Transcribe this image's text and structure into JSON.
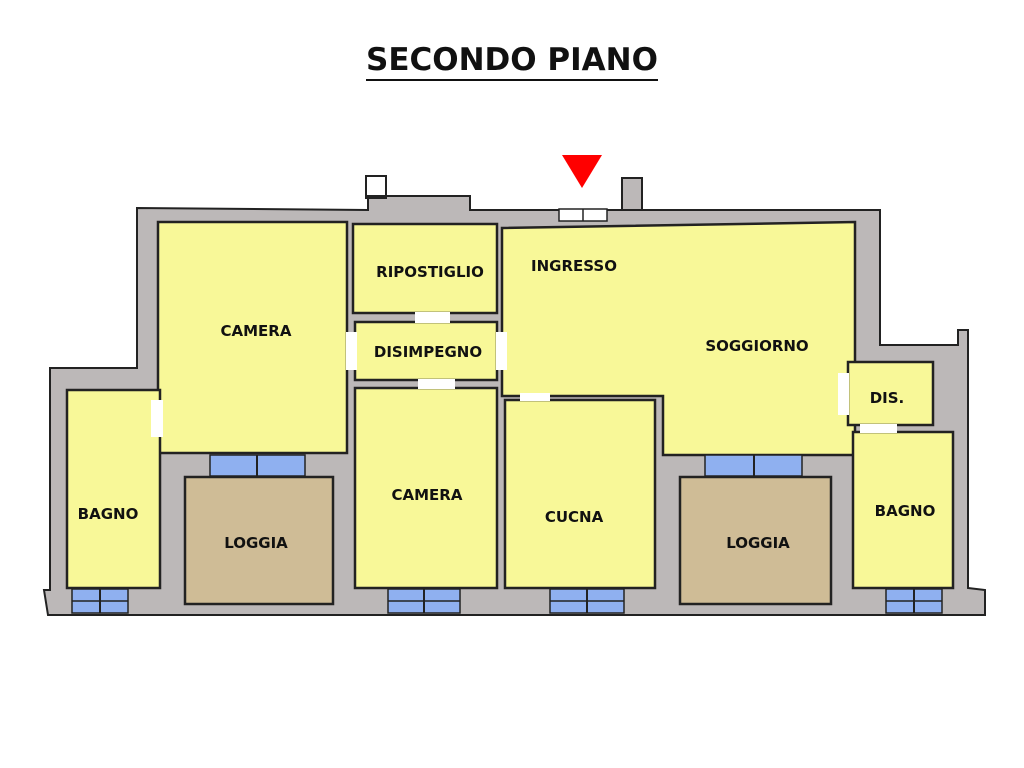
{
  "title": "SECONDO PIANO",
  "entrance_marker": {
    "icon": "red-triangle-entrance-icon",
    "color": "#ff0000"
  },
  "colors": {
    "room": "#f8f898",
    "loggia": "#cfbc96",
    "wall": "#bcb8b8",
    "window": "#8fb0f0"
  },
  "rooms": [
    {
      "name": "CAMERA"
    },
    {
      "name": "RIPOSTIGLIO"
    },
    {
      "name": "DISIMPEGNO"
    },
    {
      "name": "CAMERA"
    },
    {
      "name": "INGRESSO"
    },
    {
      "name": "SOGGIORNO"
    },
    {
      "name": "CUCNA"
    },
    {
      "name": "LOGGIA"
    },
    {
      "name": "LOGGIA"
    },
    {
      "name": "BAGNO"
    },
    {
      "name": "DIS."
    },
    {
      "name": "BAGNO"
    }
  ]
}
